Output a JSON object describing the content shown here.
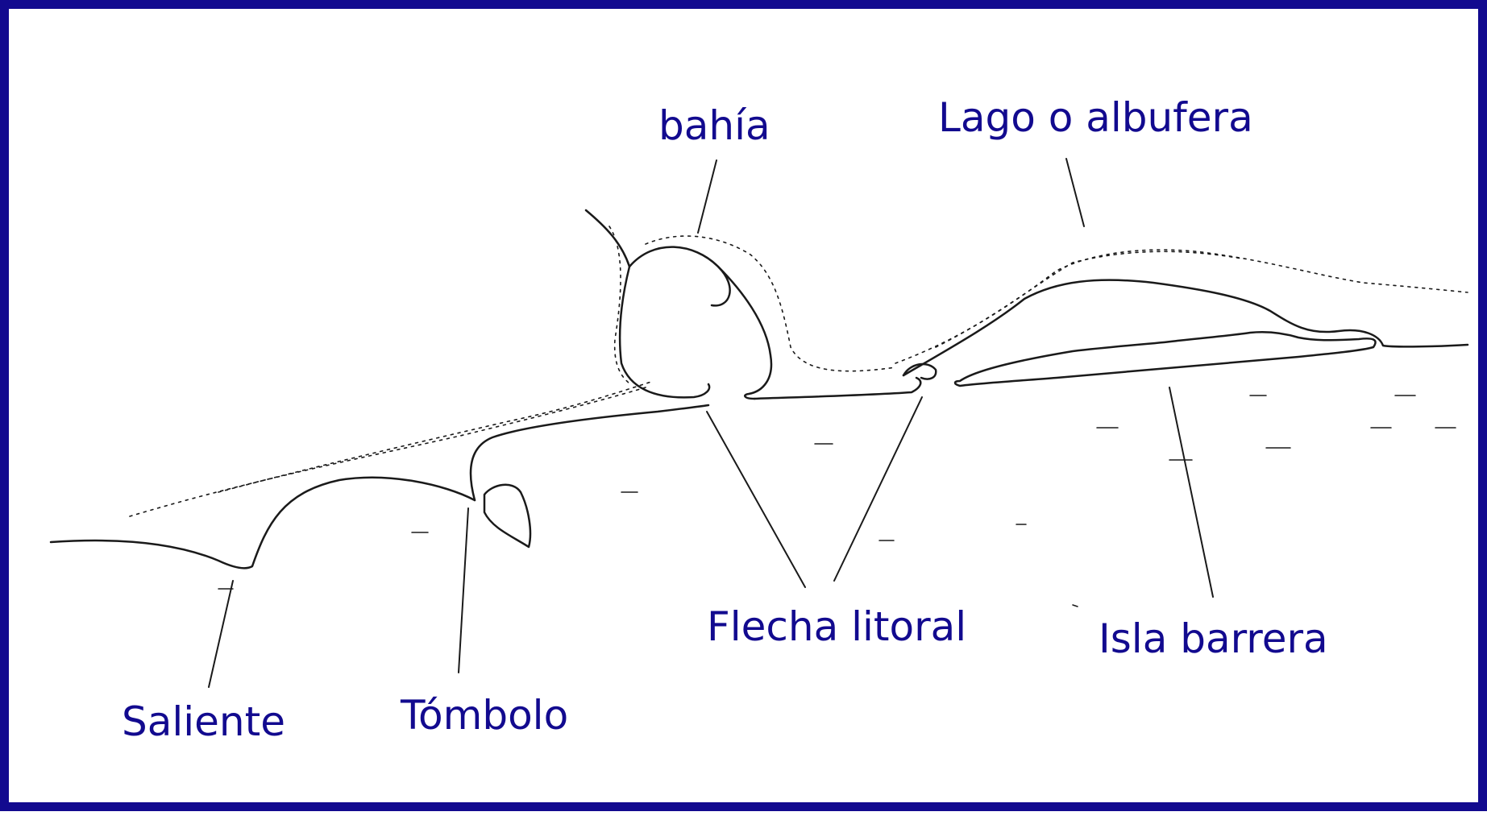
{
  "labels": {
    "bahia": "bahía",
    "lago": "Lago o albufera",
    "flecha": "Flecha litoral",
    "isla": "Isla barrera",
    "saliente": "Saliente",
    "tombolo": "Tómbolo"
  },
  "colors": {
    "frame": "#120a8f",
    "label_text": "#120a8f",
    "line_art": "#1a1a1a"
  }
}
